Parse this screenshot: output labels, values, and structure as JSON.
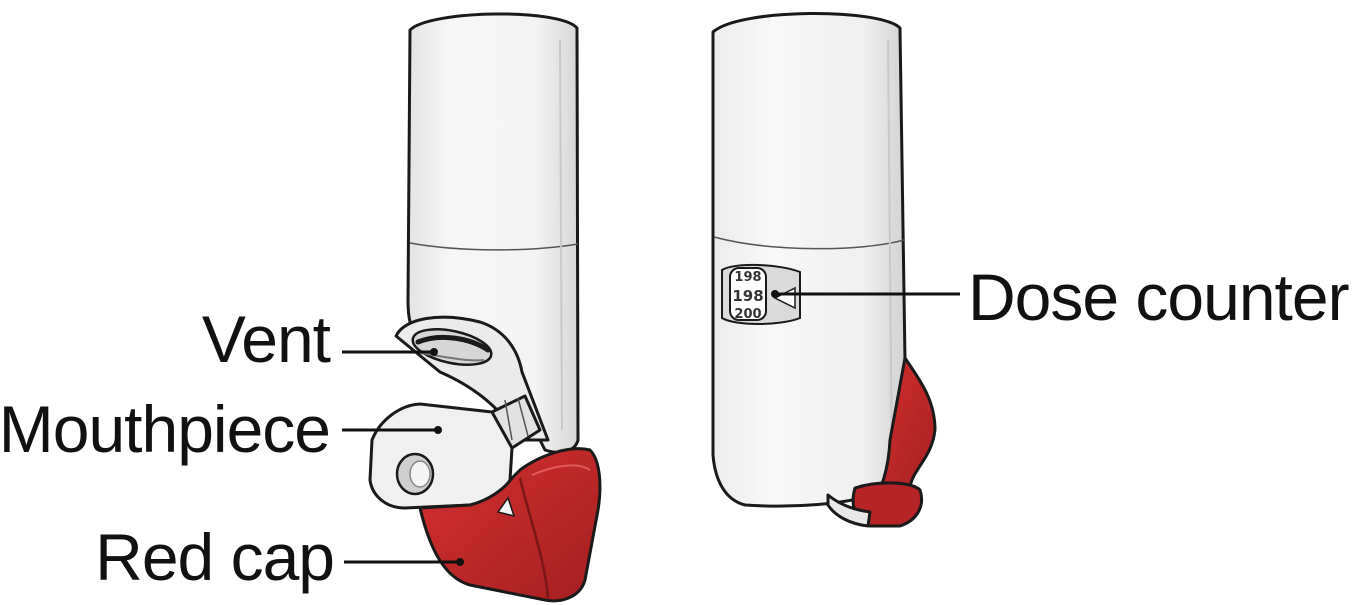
{
  "labels": {
    "vent": "Vent",
    "mouthpiece": "Mouthpiece",
    "red_cap": "Red cap",
    "dose_counter": "Dose counter"
  },
  "dose_counter_window": {
    "above": "198",
    "current": "198",
    "below": "200"
  },
  "colors": {
    "body": "#f2f2f2",
    "body_shade": "#d9d9d9",
    "cap_red": "#c8282c",
    "cap_red_dark": "#8e1a1d",
    "outline": "#1a1a1a",
    "text": "#111111"
  }
}
